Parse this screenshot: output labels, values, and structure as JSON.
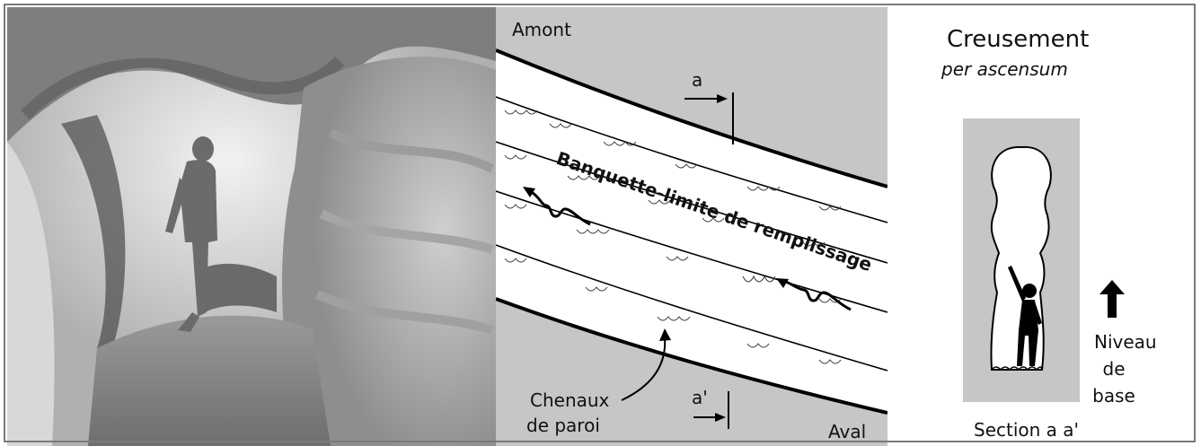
{
  "plan": {
    "upstream_label": "Amont",
    "downstream_label": "Aval",
    "section_start_label": "a",
    "section_end_label": "a'",
    "bench_label": "Banquette-limite de remplissage",
    "channels_label_line1": "Chenaux",
    "channels_label_line2": "de paroi"
  },
  "section": {
    "title_line1": "Creusement",
    "title_line2": "per ascensum",
    "caption": "Section a a'",
    "base_label_line1": "Niveau",
    "base_label_line2": "de",
    "base_label_line3": "base"
  }
}
